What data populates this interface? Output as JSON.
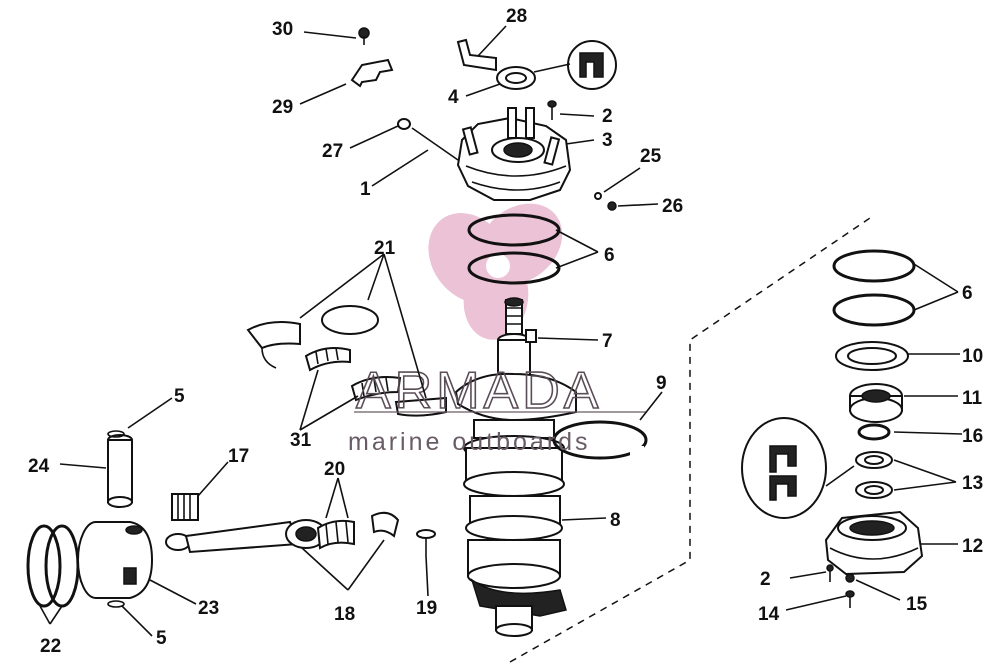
{
  "diagram": {
    "callouts": [
      {
        "id": "c30",
        "text": "30"
      },
      {
        "id": "c28",
        "text": "28"
      },
      {
        "id": "c29",
        "text": "29"
      },
      {
        "id": "c4",
        "text": "4"
      },
      {
        "id": "c2a",
        "text": "2"
      },
      {
        "id": "c3",
        "text": "3"
      },
      {
        "id": "c27",
        "text": "27"
      },
      {
        "id": "c25",
        "text": "25"
      },
      {
        "id": "c1",
        "text": "1"
      },
      {
        "id": "c26",
        "text": "26"
      },
      {
        "id": "c6a",
        "text": "6"
      },
      {
        "id": "c21",
        "text": "21"
      },
      {
        "id": "c7",
        "text": "7"
      },
      {
        "id": "c6b",
        "text": "6"
      },
      {
        "id": "c10",
        "text": "10"
      },
      {
        "id": "c9",
        "text": "9"
      },
      {
        "id": "c11",
        "text": "11"
      },
      {
        "id": "c31",
        "text": "31"
      },
      {
        "id": "c5a",
        "text": "5"
      },
      {
        "id": "c16",
        "text": "16"
      },
      {
        "id": "c24",
        "text": "24"
      },
      {
        "id": "c17",
        "text": "17"
      },
      {
        "id": "c20",
        "text": "20"
      },
      {
        "id": "c13",
        "text": "13"
      },
      {
        "id": "c8",
        "text": "8"
      },
      {
        "id": "c12",
        "text": "12"
      },
      {
        "id": "c2b",
        "text": "2"
      },
      {
        "id": "c15",
        "text": "15"
      },
      {
        "id": "c23",
        "text": "23"
      },
      {
        "id": "c18",
        "text": "18"
      },
      {
        "id": "c19",
        "text": "19"
      },
      {
        "id": "c14",
        "text": "14"
      },
      {
        "id": "c5b",
        "text": "5"
      },
      {
        "id": "c22",
        "text": "22"
      }
    ]
  },
  "watermark": {
    "brand": "ARMADA",
    "tagline": "marine outboards",
    "logo_color": "#e5a9c7"
  }
}
